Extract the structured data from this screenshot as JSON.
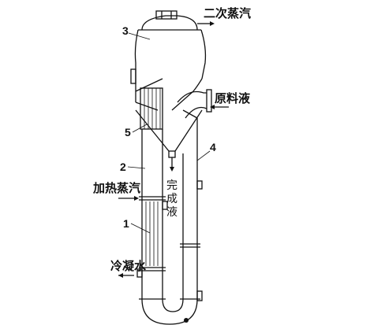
{
  "labels": {
    "secondary_steam": "二次蒸汽",
    "feed_liquid": "原料液",
    "heating_steam": "加热蒸汽",
    "condensate": "冷凝水",
    "product_1": "完",
    "product_2": "成",
    "product_3": "液"
  },
  "part_numbers": {
    "p1": "1",
    "p2": "2",
    "p3": "3",
    "p4": "4",
    "p5": "5"
  },
  "colors": {
    "ink": "#111111",
    "background": "#ffffff"
  }
}
